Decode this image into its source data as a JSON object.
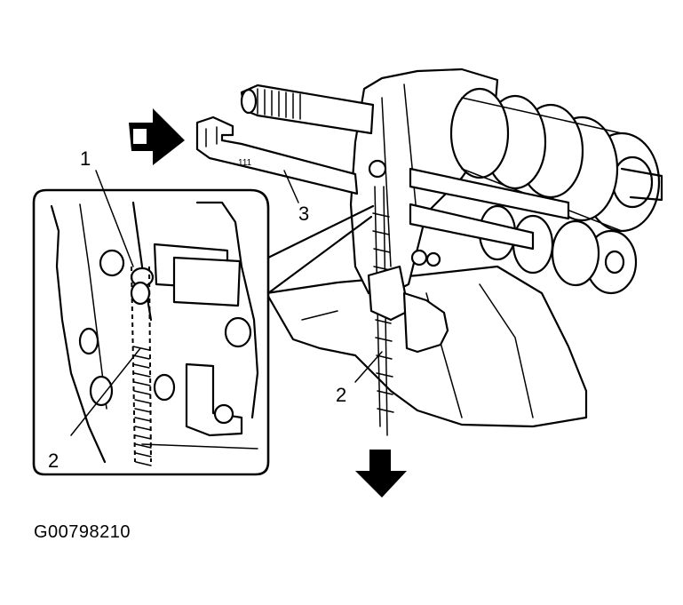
{
  "figure_code": "G00798210",
  "callouts": {
    "c1": "1",
    "c2_inset": "2",
    "c2_main": "2",
    "c3": "3"
  }
}
